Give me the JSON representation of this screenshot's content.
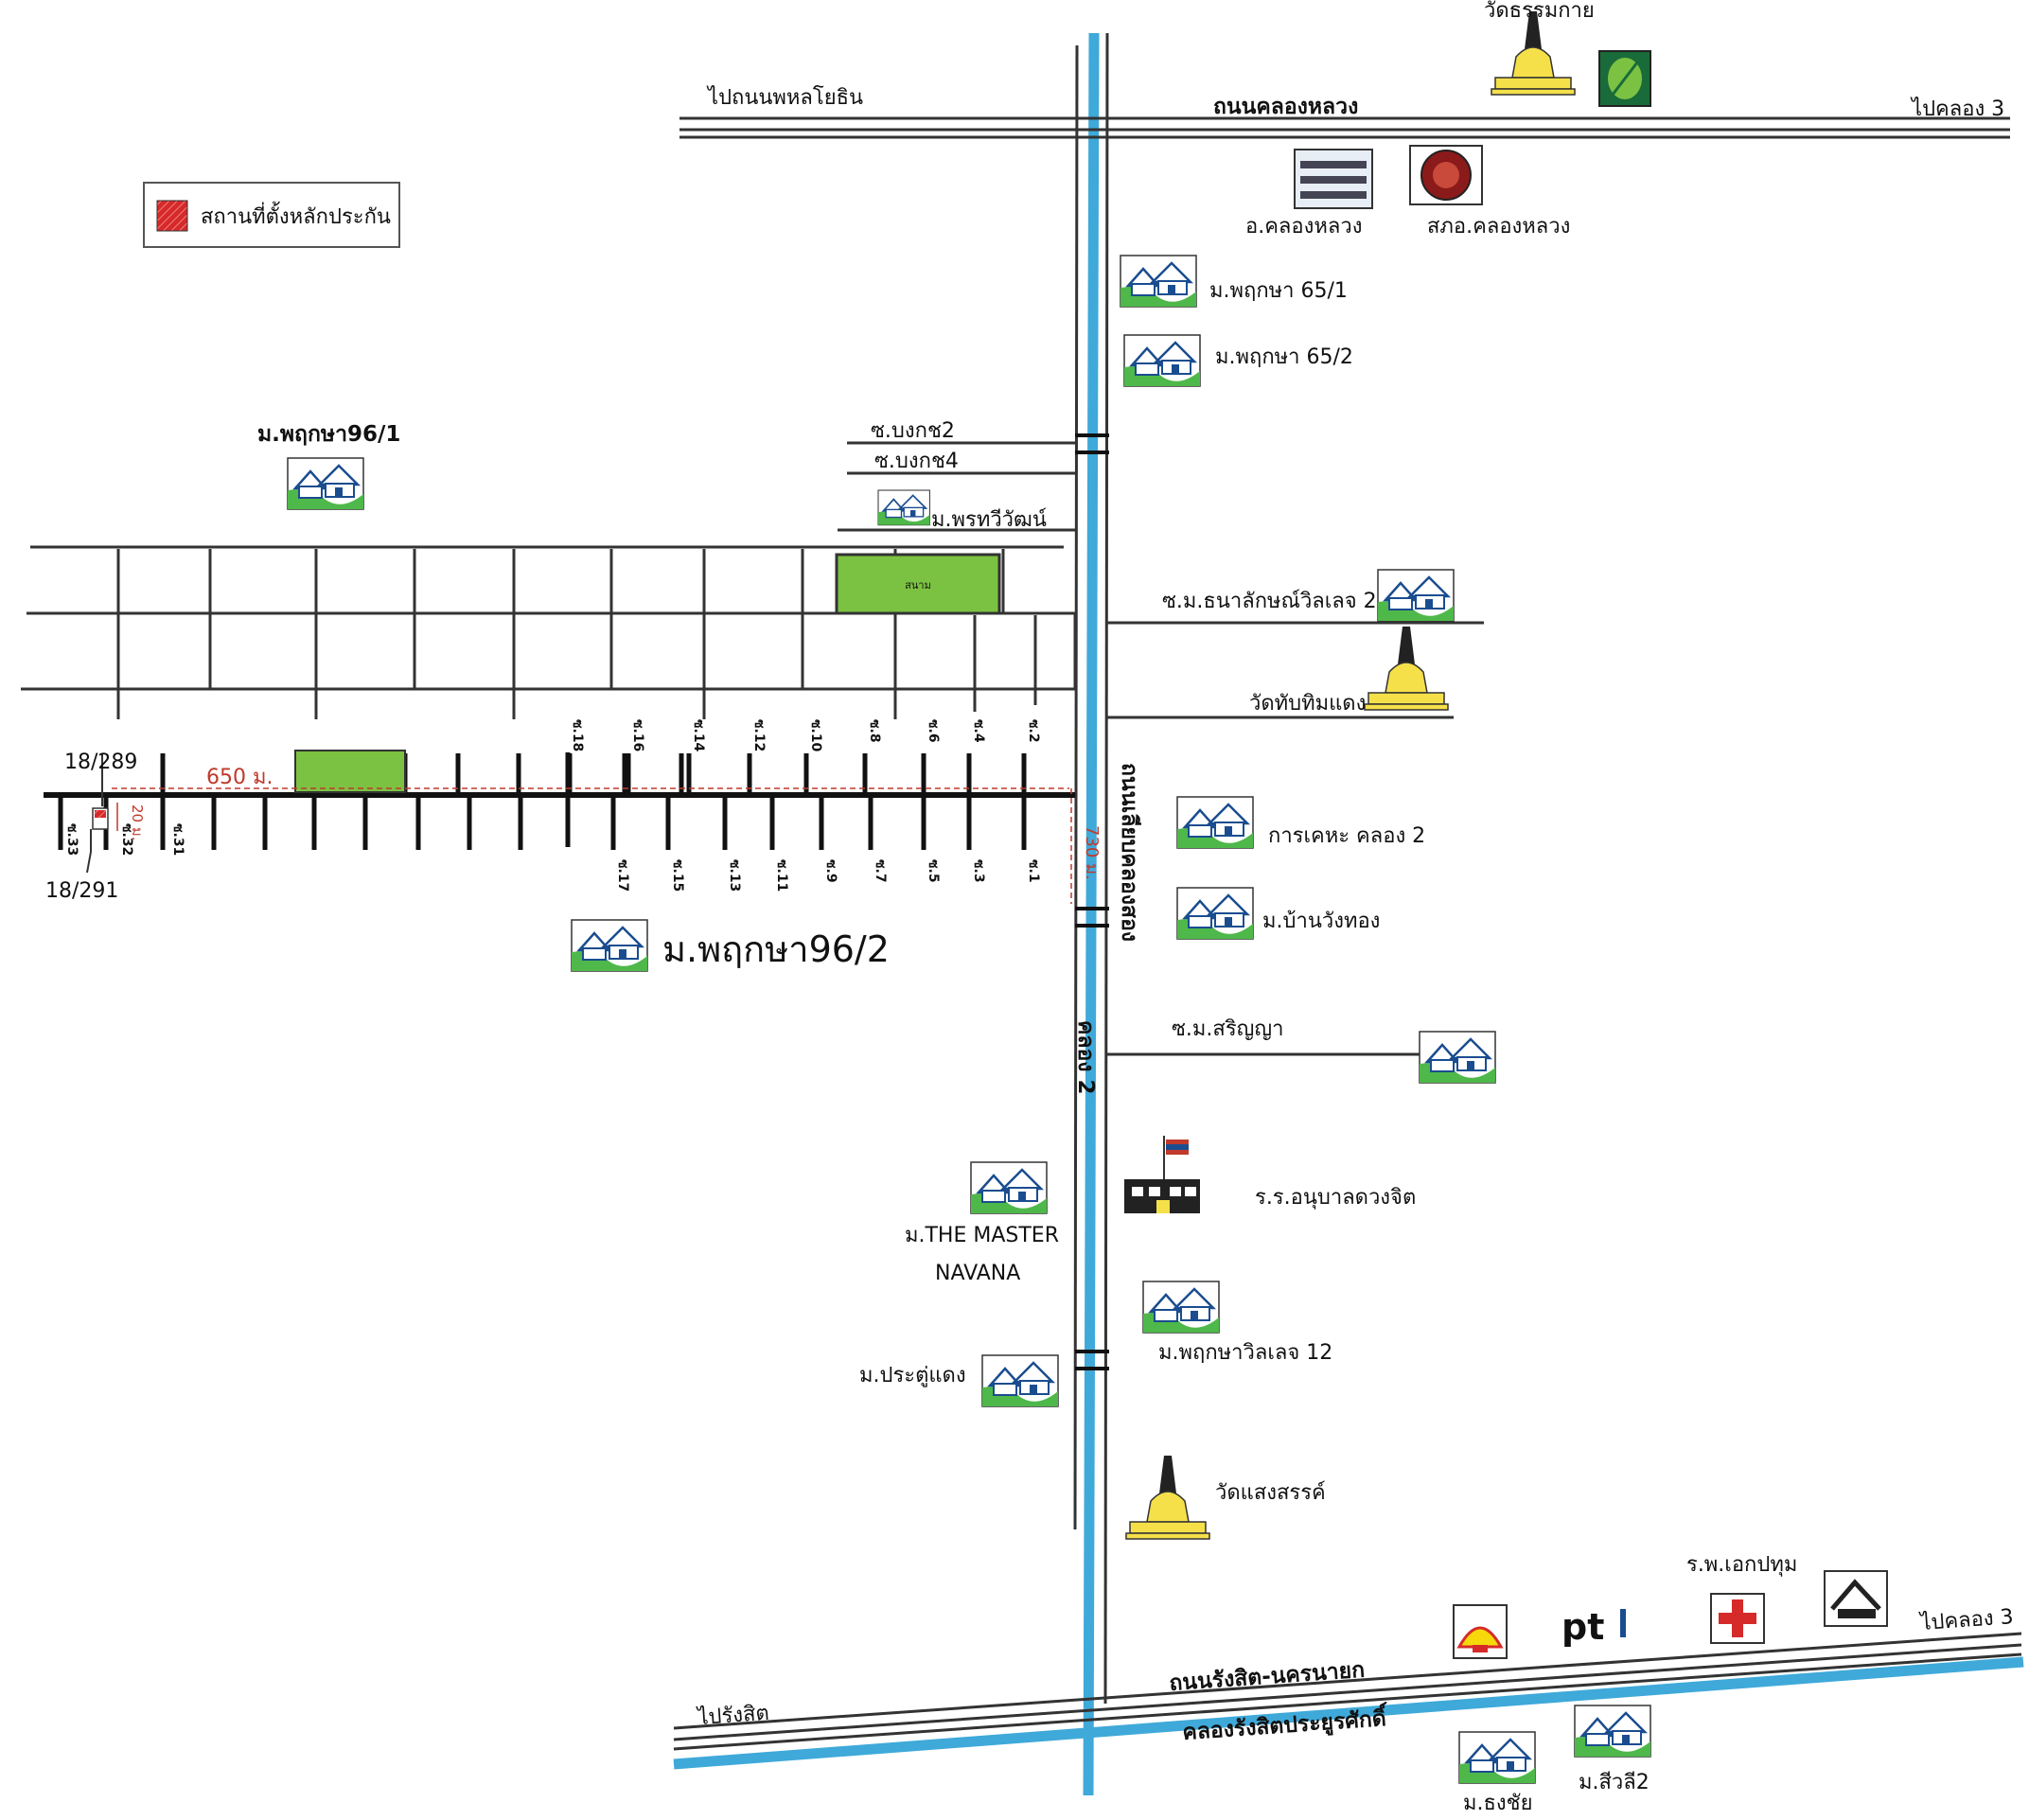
{
  "legend": {
    "label": "สถานที่ตั้งหลักประกัน"
  },
  "roads": {
    "top": {
      "name": "ถนนคลองหลวง",
      "to_left": "ไปถนนพหลโยธิน",
      "to_right": "ไปคลอง 3"
    },
    "bottom": {
      "name": "ถนนรังสิต-นครนายก",
      "to_left": "ไปรังสิต",
      "to_right": "ไปคลอง 3"
    },
    "vertical": {
      "name": "ถนนเลียบคลองสอง"
    },
    "canal_vertical": "คลอง 2",
    "canal_bottom": "คลองรังสิตประยูรศักดิ์"
  },
  "places": {
    "wat_dhammakaya": "วัดธรรมกาย",
    "district_office": "อ.คลองหลวง",
    "police": "สภอ.คลองหลวง",
    "pruksa_65_1": "ม.พฤกษา 65/1",
    "pruksa_65_2": "ม.พฤกษา 65/2",
    "pruksa_96_1": "ม.พฤกษา96/1",
    "pruksa_96_2": "ม.พฤกษา96/2",
    "soi_bongkot2": "ซ.บงกช2",
    "soi_bongkot4": "ซ.บงกช4",
    "phonthawiwat": "ม.พรทวีวัฒน์",
    "field": "สนาม",
    "thanalak_village": "ซ.ม.ธนาลักษณ์วิลเลจ 2",
    "wat_thapthim": "วัดทับทิมแดง",
    "housing_authority": "การเคหะ คลอง 2",
    "ban_wangthong": "ม.บ้านวังทอง",
    "soi_sarinya": "ซ.ม.สริญญา",
    "school": "ร.ร.อนุบาลดวงจิต",
    "master_navana_1": "ม.THE MASTER",
    "master_navana_2": "NAVANA",
    "pruksa_village_12": "ม.พฤกษาวิลเลจ 12",
    "pratu_daeng": "ม.ประตู่แดง",
    "wat_saengsan": "วัดแสงสรรค์",
    "hospital": "ร.พ.เอกปทุม",
    "thongchai": "ม.ธงชัย",
    "siwalee": "ม.สีวลี2"
  },
  "property": {
    "plot_a": "18/289",
    "plot_b": "18/291"
  },
  "distances": {
    "horizontal": "650 ม.",
    "vertical": "730 ม.",
    "short": "20 ม."
  },
  "sois_top": [
    "ซ.18",
    "ซ.16",
    "ซ.14",
    "ซ.12",
    "ซ.10",
    "ซ.8",
    "ซ.6",
    "ซ.4",
    "ซ.2"
  ],
  "sois_bottom": [
    "ซ.17",
    "ซ.15",
    "ซ.13",
    "ซ.11",
    "ซ.9",
    "ซ.7",
    "ซ.5",
    "ซ.3",
    "ซ.1"
  ],
  "sois_left": [
    "ซ.33",
    "ซ.32",
    "ซ.31"
  ],
  "colors": {
    "canal": "#3fa9d9",
    "field": "#7cc242",
    "property": "#d62a2a",
    "pagoda": "#f5e04a",
    "house_icon_green": "#4fb84a"
  },
  "icons": {
    "pagoda": "pagoda-icon",
    "house": "house-icon",
    "bank": "leaf-bank-icon",
    "office": "office-building-icon",
    "police": "police-seal-icon",
    "school": "school-flag-icon",
    "shell": "shell-logo-icon",
    "ptt": "ptt-logo-icon",
    "hospital": "red-cross-icon"
  }
}
